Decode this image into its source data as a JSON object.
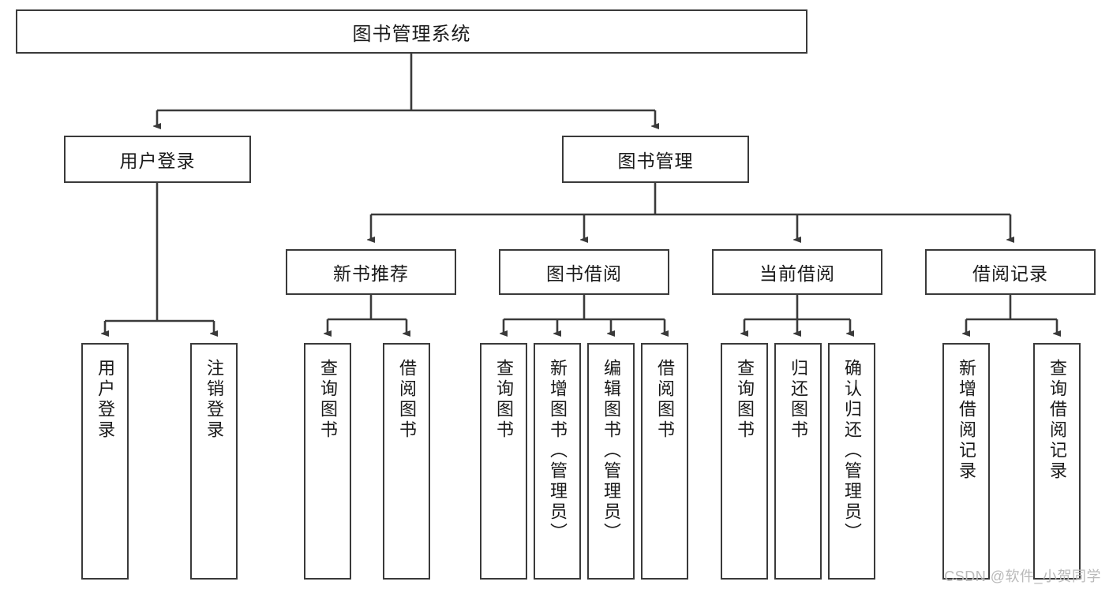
{
  "diagram": {
    "title": "图书管理系统",
    "type": "tree-hierarchy",
    "stroke_color": "#3a3a3a",
    "fill_color": "#ffffff",
    "text_color": "#1a1a1a"
  },
  "nodes": {
    "root": "图书管理系统",
    "level2": [
      "用户登录",
      "图书管理"
    ],
    "level3": [
      "新书推荐",
      "图书借阅",
      "当前借阅",
      "借阅记录"
    ],
    "leaves": {
      "user_login": [
        "用户登录",
        "注销登录"
      ],
      "new_book_recommend": [
        "查询图书",
        "借阅图书"
      ],
      "book_borrow": [
        "查询图书",
        "新增图书（管理员）",
        "编辑图书（管理员）",
        "借阅图书"
      ],
      "current_borrow": [
        "查询图书",
        "归还图书",
        "确认归还（管理员）"
      ],
      "borrow_record": [
        "新增借阅记录",
        "查询借阅记录"
      ]
    }
  },
  "watermark": {
    "text": "CSDN @软件_小贺同学"
  }
}
